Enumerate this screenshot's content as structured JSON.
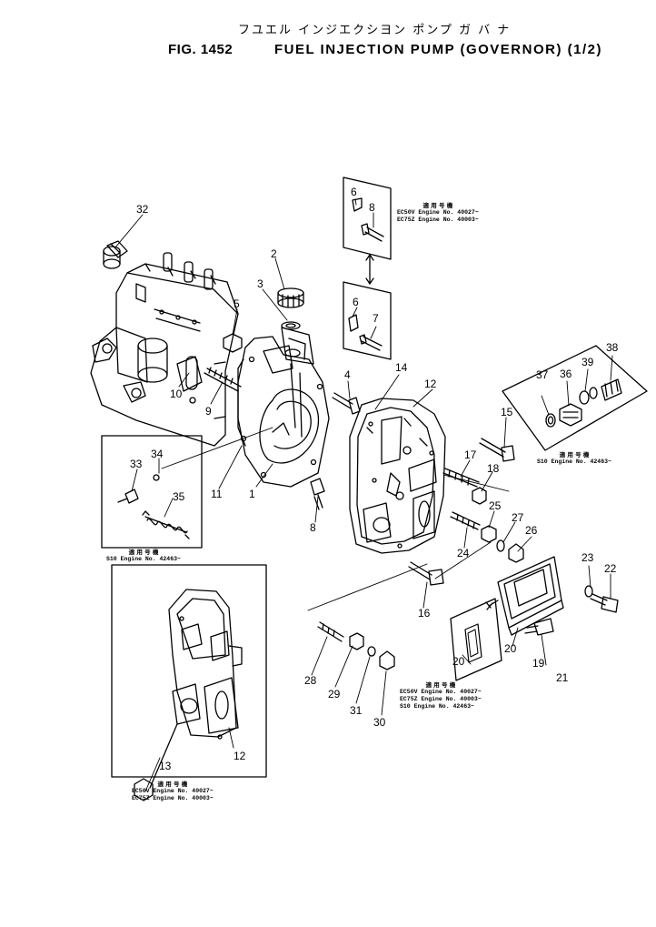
{
  "header": {
    "japanese_title": "フユエル インジエクシヨン ポンプ   ガ バ ナ",
    "fig_label": "FIG. 1452",
    "title": "FUEL INJECTION PUMP (GOVERNOR) (1/2)"
  },
  "part_numbers": {
    "p1": "1",
    "p2": "2",
    "p3": "3",
    "p4": "4",
    "p5": "5",
    "p6a": "6",
    "p6b": "6",
    "p7": "7",
    "p8a": "8",
    "p8b": "8",
    "p9": "9",
    "p10": "10",
    "p11": "11",
    "p12a": "12",
    "p12b": "12",
    "p13": "13",
    "p14": "14",
    "p15": "15",
    "p16": "16",
    "p17": "17",
    "p18": "18",
    "p19": "19",
    "p20a": "20",
    "p20b": "20",
    "p21": "21",
    "p22": "22",
    "p23": "23",
    "p24": "24",
    "p25": "25",
    "p26": "26",
    "p27": "27",
    "p28": "28",
    "p29": "29",
    "p30": "30",
    "p31": "31",
    "p32": "32",
    "p33": "33",
    "p34": "34",
    "p35": "35",
    "p36": "36",
    "p37": "37",
    "p38": "38",
    "p39": "39"
  },
  "notes": {
    "top": {
      "heading": "適 用 号 機",
      "line1": "EC50V Engine No. 40027~",
      "line2": "EC75Z Engine No. 40003~"
    },
    "right": {
      "heading": "適 用 号 機",
      "line1": "S10 Engine No. 42463~"
    },
    "left": {
      "heading": "適 用 号 機",
      "line1": "S10 Engine No. 42463~"
    },
    "gasket": {
      "heading": "適 用 号 機",
      "line1": "EC50V Engine No. 40027~",
      "line2": "EC75Z Engine No. 40003~",
      "line3": "S10 Engine No. 42463~"
    },
    "bottom": {
      "heading": "適 用 号 機",
      "line1": "EC50V Engine No. 40027~",
      "line2": "EC75Z Engine No. 40003~"
    }
  }
}
